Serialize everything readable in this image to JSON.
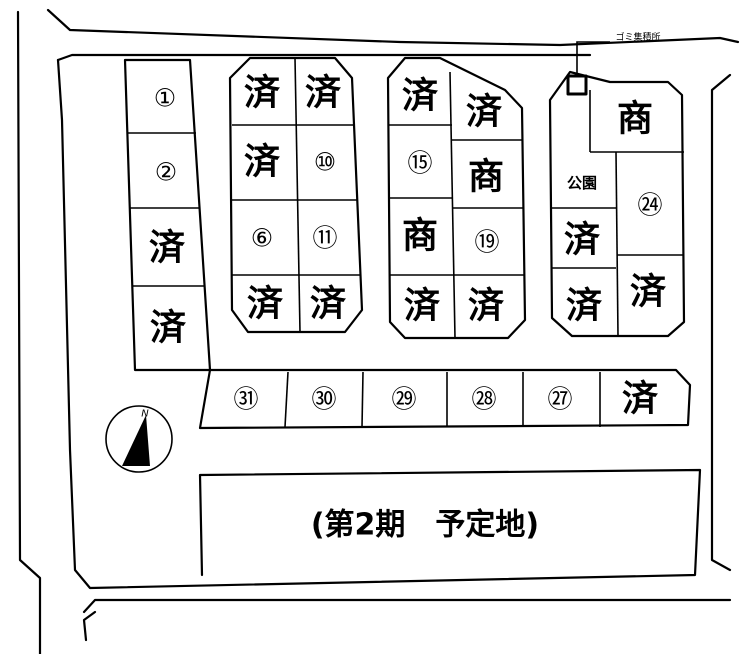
{
  "marks": {
    "sold": "済",
    "commercial": "商",
    "park": "公園",
    "garbage": "ゴミ集積所"
  },
  "lots": {
    "l1": "①",
    "l2": "②",
    "l6": "⑥",
    "l10": "⑩",
    "l11": "⑪",
    "l15": "⑮",
    "l19": "⑲",
    "l24": "㉔",
    "l27": "㉗",
    "l28": "㉘",
    "l29": "㉙",
    "l30": "㉚",
    "l31": "㉛"
  },
  "phase2_label": "(第2期　予定地)",
  "compass": {
    "north_label": "N"
  }
}
